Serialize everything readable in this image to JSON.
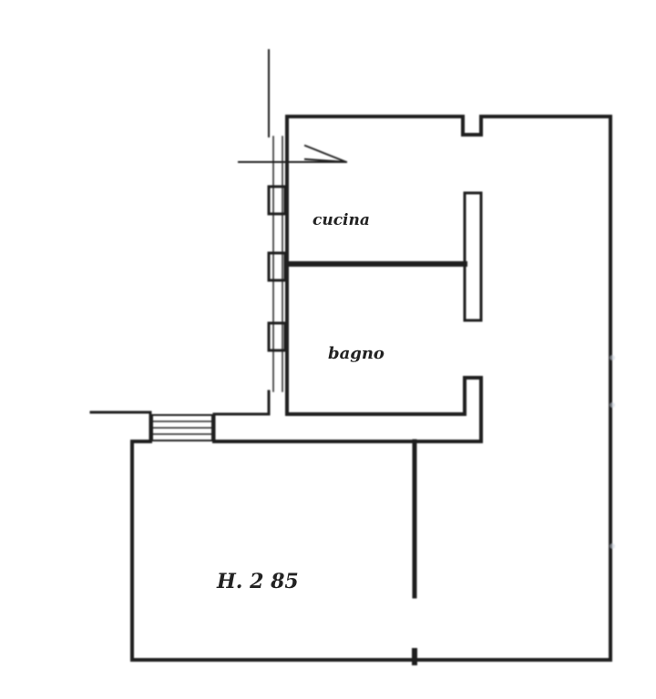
{
  "plan": {
    "rooms": [
      {
        "label": "cucina"
      },
      {
        "label": "bagno"
      },
      {
        "label": "H. 2 85"
      }
    ],
    "colors": {
      "ink": "#1e1e1e",
      "paper": "#ffffff"
    }
  }
}
